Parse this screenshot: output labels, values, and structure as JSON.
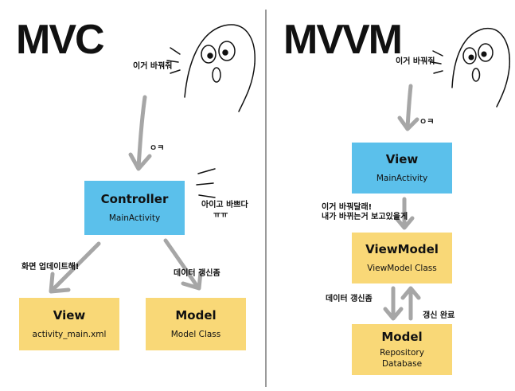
{
  "mvc": {
    "title": "MVC",
    "speech": "이거 바꿔줘",
    "ok": "ㅇㅋ",
    "busy": "아이고 바쁘다",
    "busy_tears": "ㅠㅠ",
    "update_screen": "화면 업데이트해!",
    "update_data": "데이터 갱신좀",
    "controller": {
      "title": "Controller",
      "sub": "MainActivity"
    },
    "view": {
      "title": "View",
      "sub": "activity_main.xml"
    },
    "model": {
      "title": "Model",
      "sub": "Model Class"
    }
  },
  "mvvm": {
    "title": "MVVM",
    "speech": "이거 바꿔줘",
    "ok": "ㅇㅋ",
    "request_line1": "이거 바꿔달래!",
    "request_line2": "내가 바뀌는거 보고있을게",
    "update_data": "데이터 갱신좀",
    "update_done": "갱신 완료",
    "view": {
      "title": "View",
      "sub": "MainActivity"
    },
    "viewmodel": {
      "title": "ViewModel",
      "sub": "ViewModel Class"
    },
    "model": {
      "title": "Model",
      "sub1": "Repository",
      "sub2": "Database"
    }
  },
  "colors": {
    "blue": "#5bc0eb",
    "yellow": "#f9d877",
    "arrow": "#a6a6a6",
    "divider": "#9a9a9a"
  }
}
